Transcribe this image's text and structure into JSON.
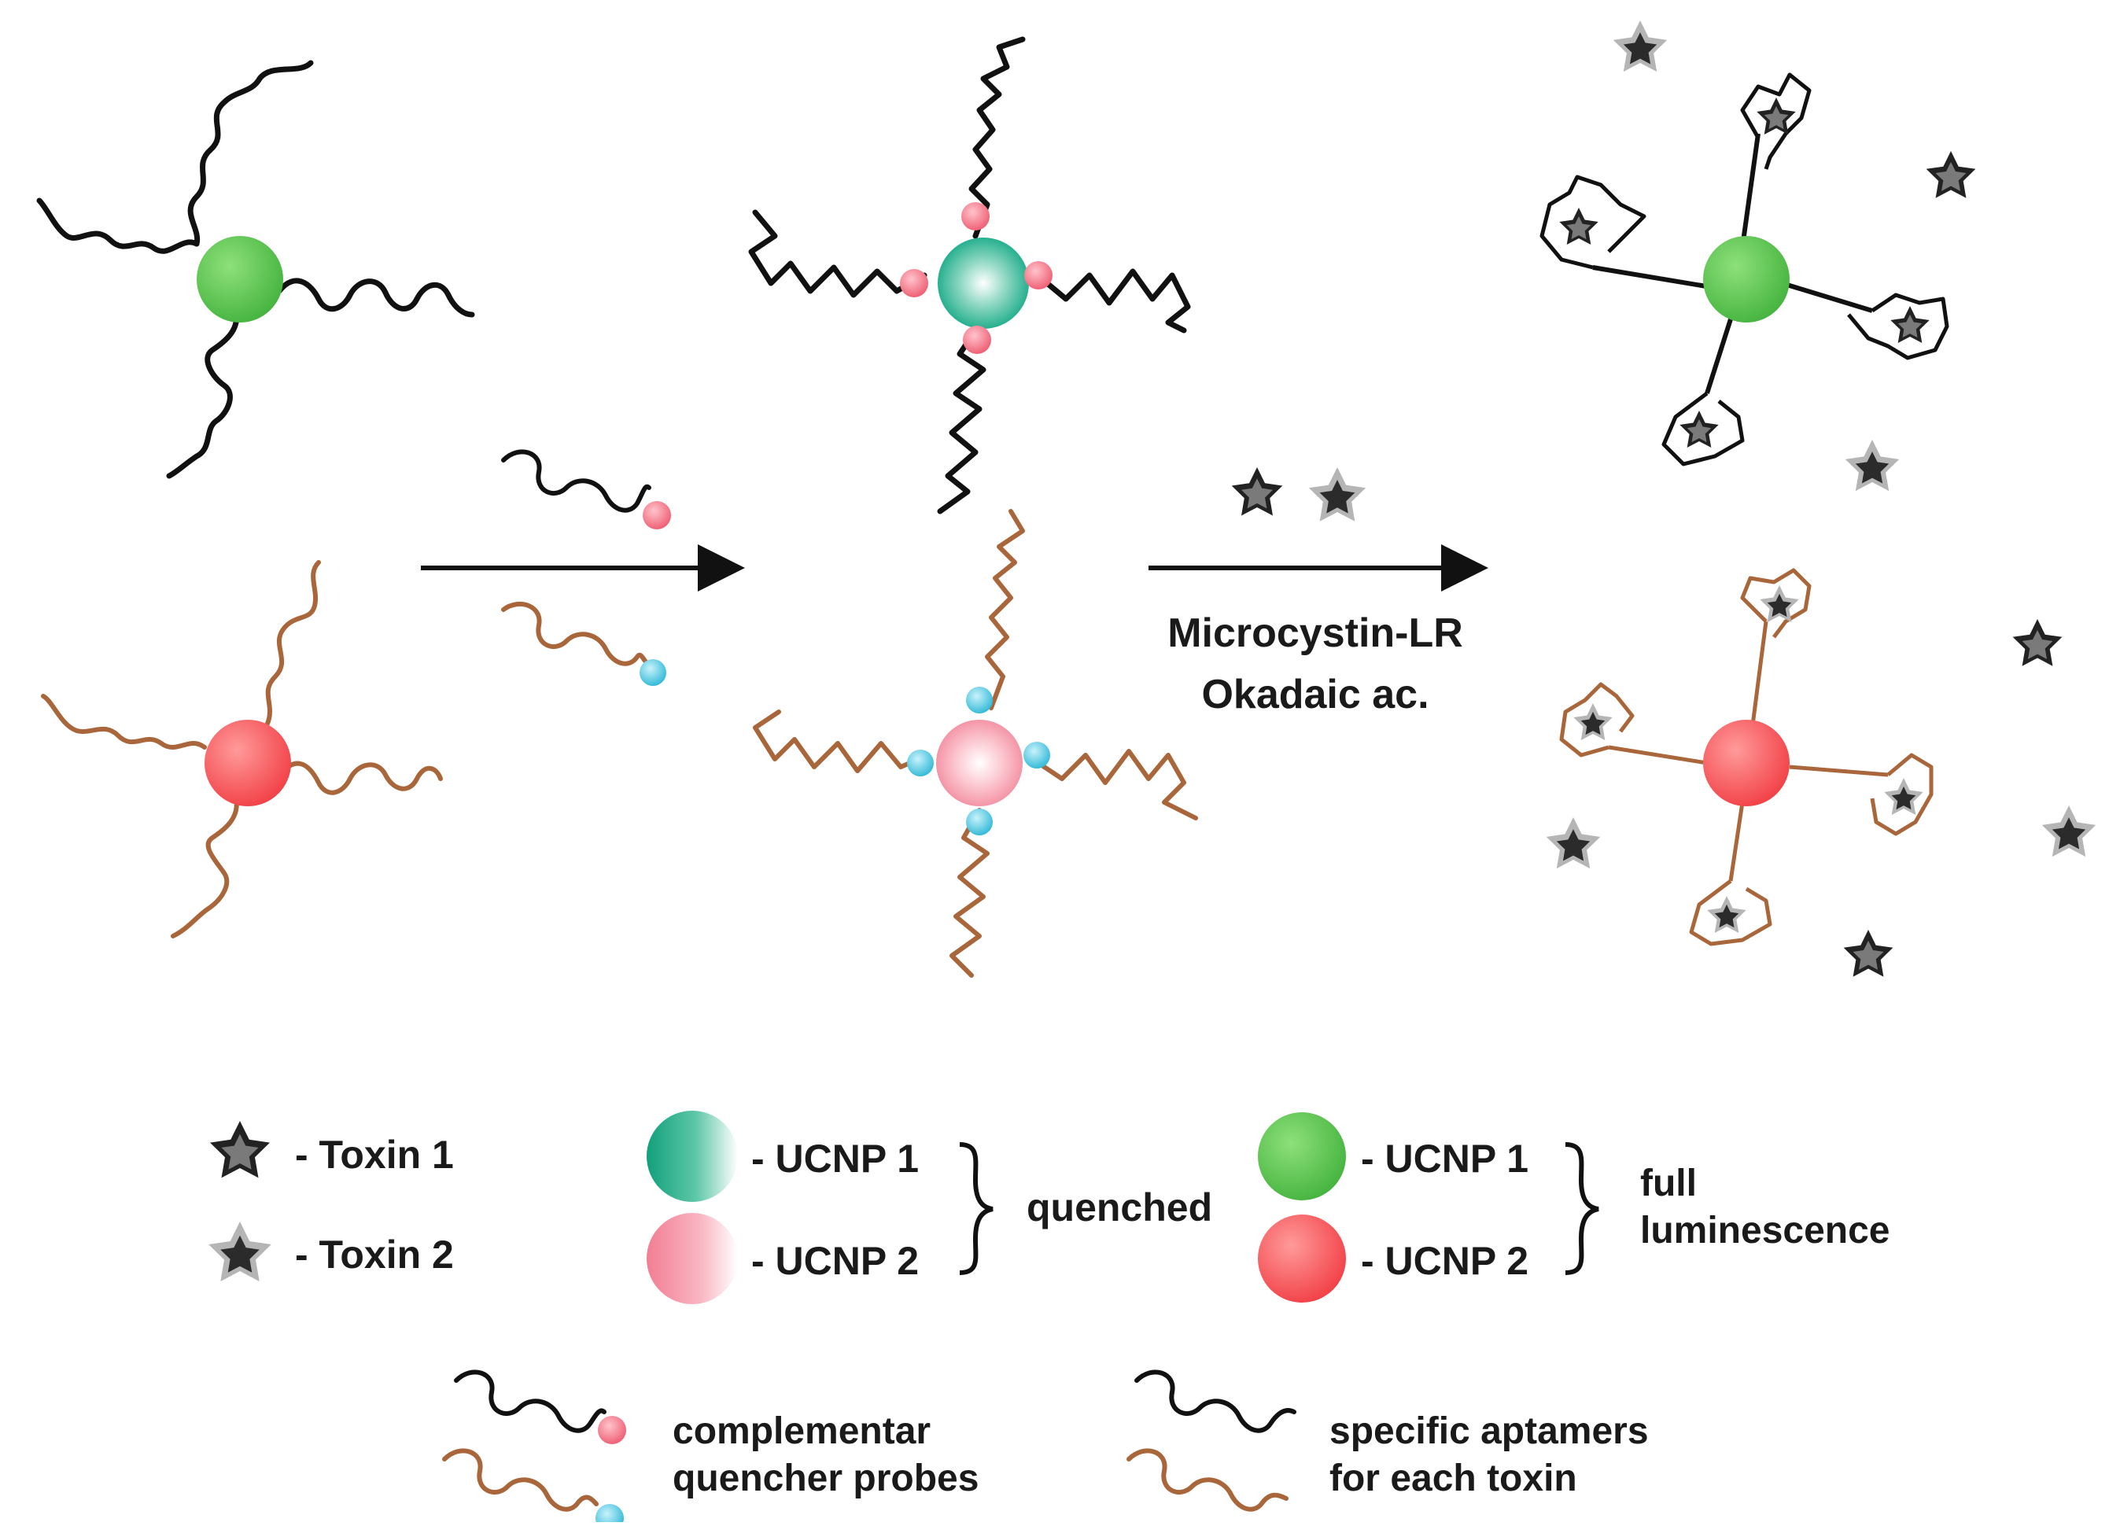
{
  "arrow2": {
    "label_line1": "Microcystin-LR",
    "label_line2": "Okadaic ac."
  },
  "legend": {
    "toxin1_label": "- Toxin 1",
    "toxin2_label": "- Toxin 2",
    "quenched_ucnp1": "- UCNP 1",
    "quenched_ucnp2": "- UCNP 2",
    "quenched_label": "quenched",
    "lum_ucnp1": "- UCNP 1",
    "lum_ucnp2": "- UCNP 2",
    "lum_label_line1": "full",
    "lum_label_line2": "luminescence",
    "probes_line1": "complementar",
    "probes_line2": "quencher probes",
    "aptamers_line1": "specific aptamers",
    "aptamers_line2": "for each toxin"
  },
  "colors": {
    "aptamer_toxin1": "#111111",
    "aptamer_toxin2": "#a9663a",
    "ucnp1": "#5cc24a",
    "ucnp1_quenched": "#1fae8a",
    "ucnp2": "#ff6b6b",
    "ucnp2_quenched": "#f8a5b3",
    "quencher1": "#f47a8a",
    "quencher2": "#6ad0e4",
    "toxin1": "#6f6f6f",
    "toxin2": "#b8b8b8"
  }
}
